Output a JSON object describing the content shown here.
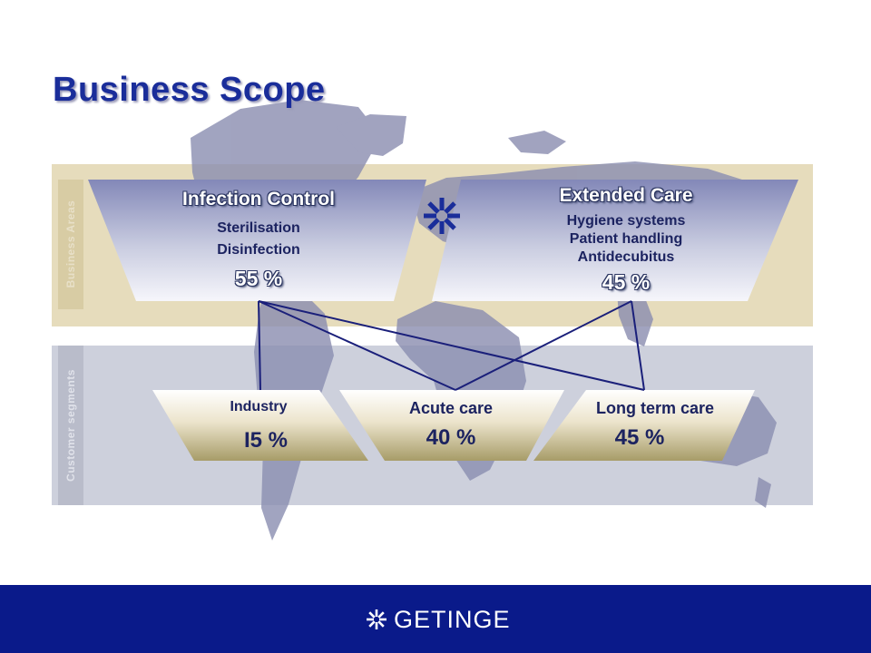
{
  "title": "Business Scope",
  "band_labels": {
    "areas": "Business Areas",
    "segments": "Customer segments"
  },
  "business_areas": [
    {
      "name": "Infection Control",
      "items": [
        "Sterilisation",
        "Disinfection"
      ],
      "share": "55 %"
    },
    {
      "name": "Extended Care",
      "items": [
        "Hygiene systems",
        "Patient handling",
        "Antidecubitus"
      ],
      "share": "45 %"
    }
  ],
  "customer_segments": [
    {
      "name": "Industry",
      "share": "I5 %"
    },
    {
      "name": "Acute care",
      "share": "40 %"
    },
    {
      "name": "Long term care",
      "share": "45 %"
    }
  ],
  "brand": {
    "name": "GETINGE"
  },
  "colors": {
    "title": "#1a2d9a",
    "footer": "#0a1a8a",
    "areas_band": "#e6dcbc",
    "segments_band": "#cdd0dc",
    "connector": "#1a1f7a"
  }
}
